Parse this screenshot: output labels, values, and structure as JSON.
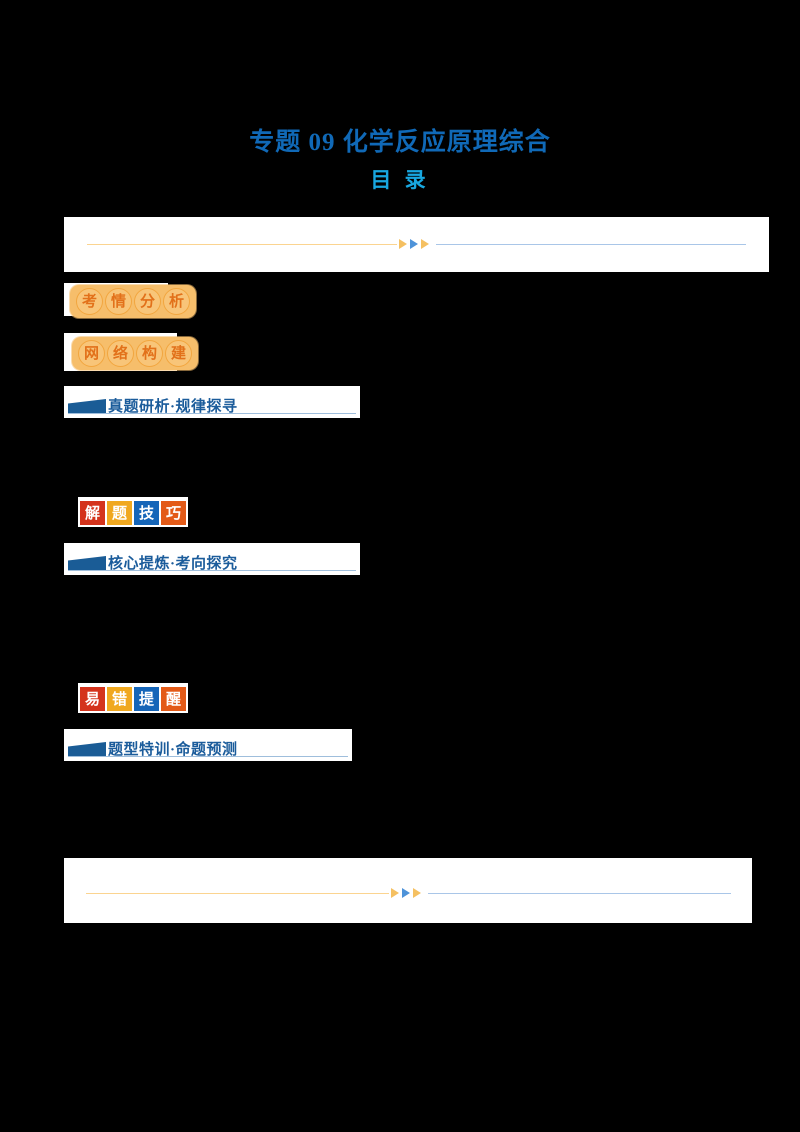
{
  "document": {
    "title": "专题 09  化学反应原理综合",
    "subtitle": "目 录",
    "title_color": "#1069B7",
    "subtitle_color": "#18A7E0",
    "background_color": "#000000",
    "paper_color": "#ffffff"
  },
  "dividers": {
    "top": {
      "name": "top-divider",
      "left_rule_color": "#FBD490",
      "right_rule_color": "#A9C6E8",
      "triangles": [
        "orange",
        "blue",
        "orange"
      ]
    },
    "bottom": {
      "name": "bottom-divider",
      "left_rule_color": "#FBD490",
      "right_rule_color": "#A9C6E8",
      "triangles": [
        "orange",
        "blue",
        "orange"
      ]
    }
  },
  "circle_badges": [
    {
      "id": "kaoqing-fenxi",
      "chars": [
        "考",
        "情",
        "分",
        "析"
      ],
      "text": "考情分析",
      "bg": "#F6BE6B",
      "circle_bg": "#F8C579",
      "text_color": "#E2711A"
    },
    {
      "id": "wangluo-goujian",
      "chars": [
        "网",
        "络",
        "构",
        "建"
      ],
      "text": "网络构建",
      "bg": "#F6BE6B",
      "circle_bg": "#F8C579",
      "text_color": "#E2711A"
    }
  ],
  "tile_badges": [
    {
      "id": "jieti-jiqiao",
      "text": "解题技巧",
      "tiles": [
        {
          "char": "解",
          "color": "#D4331C"
        },
        {
          "char": "题",
          "color": "#F0A81F"
        },
        {
          "char": "技",
          "color": "#1565B8"
        },
        {
          "char": "巧",
          "color": "#E35A17"
        }
      ]
    },
    {
      "id": "yicuo-tixing",
      "text": "易错提醒",
      "tiles": [
        {
          "char": "易",
          "color": "#D4331C"
        },
        {
          "char": "错",
          "color": "#F0A81F"
        },
        {
          "char": "提",
          "color": "#1565B8"
        },
        {
          "char": "醒",
          "color": "#E35A17"
        }
      ]
    }
  ],
  "sections": [
    {
      "id": "zhenti-yanxi",
      "title": "真题研析·规律探寻",
      "color": "#1B5C9B",
      "flag_color": "#1A5C96"
    },
    {
      "id": "hexin-tilian",
      "title": "核心提炼·考向探究",
      "color": "#1B5C9B",
      "flag_color": "#1A5C96"
    },
    {
      "id": "tixing-texun",
      "title": "题型特训·命题预测",
      "color": "#1B5C9B",
      "flag_color": "#1A5C96"
    }
  ]
}
